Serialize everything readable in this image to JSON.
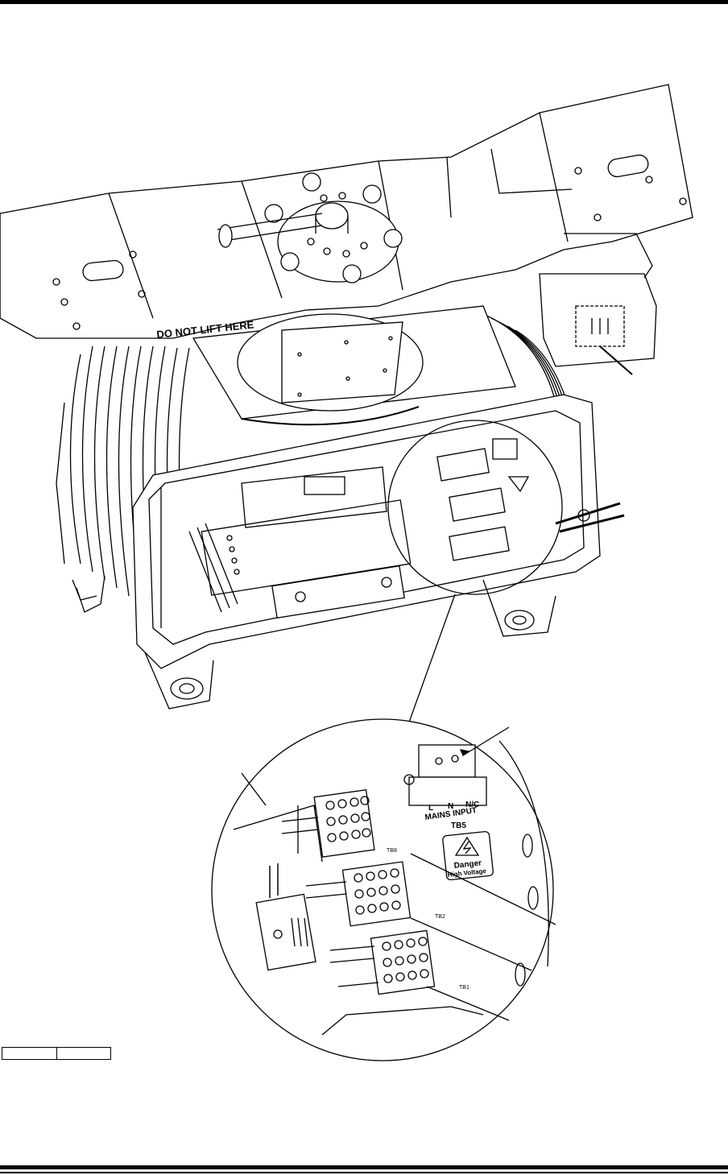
{
  "figure": {
    "warning_text": "DO NOT LIFT HERE",
    "mains_terminal": {
      "terminal_labels": [
        "L",
        "N",
        "N/C"
      ],
      "title": "MAINS INPUT",
      "id": "TB5"
    },
    "danger_sign": {
      "title": "Danger",
      "subtitle": "High Voltage"
    },
    "terminal_block_ids": [
      "TB8",
      "TB2",
      "TB1"
    ]
  },
  "caption_box": {
    "cells": [
      "",
      ""
    ]
  }
}
